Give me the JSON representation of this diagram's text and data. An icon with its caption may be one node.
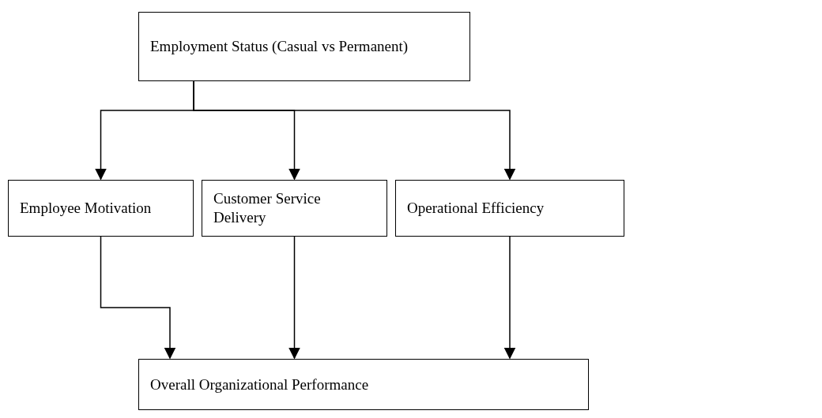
{
  "diagram": {
    "nodes": [
      {
        "text": [
          "Employment Status (Casual vs Permanent)"
        ]
      },
      {
        "text": [
          "Employee Motivation"
        ]
      },
      {
        "text": [
          "Customer Service Delivery"
        ]
      },
      {
        "text": [
          "Operational Efficiency"
        ]
      },
      {
        "text": [
          "Overall Organizational Performance"
        ]
      }
    ],
    "edges": [
      {
        "from": 0,
        "to": 1,
        "arrow": "to"
      },
      {
        "from": 0,
        "to": 2,
        "arrow": "to"
      },
      {
        "from": 0,
        "to": 3,
        "arrow": "to"
      },
      {
        "from": 1,
        "to": 4,
        "arrow": "to"
      },
      {
        "from": 2,
        "to": 4,
        "arrow": "to"
      },
      {
        "from": 3,
        "to": 4,
        "arrow": "to"
      }
    ]
  }
}
